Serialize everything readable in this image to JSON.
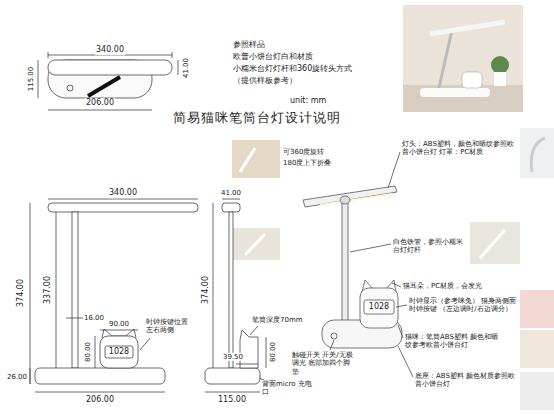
{
  "diagram": {
    "title": "简易猫咪笔筒台灯设计说明",
    "labels": [
      "340.00",
      "115.00",
      "41.00",
      "206.00",
      "参照样品",
      "欧普小饼台灯白和材质",
      "小糯米台灯灯杆和360旋转头方式",
      "（提供样板参考）",
      "unit: mm",
      "可360度旋转",
      "180度上下折叠",
      "340.00",
      "41.00",
      "374.00",
      "337.00",
      "16.00",
      "90.00",
      "1028",
      "80.00",
      "26.00",
      "206.00",
      "时钟按键位置 左右两侧",
      "笔筒深度70mm",
      "374.00",
      "39.50",
      "80.00",
      "115.00",
      "背面micro 充电口",
      "1028",
      "灯头：ABS塑料，颜色和晒纹参照欧普小饼台灯 灯罩：PC材质",
      "白色铁管，参照小糯米台灯灯杆",
      "猫耳朵，PC材质，会发光",
      "时钟显示（参考咪兔） 猫身两侧面时钟按键 （左边调时/右边调分）",
      "猫咪：笔筒ABS塑料 颜色和晒纹参考欧普小饼台灯",
      "触碰开关 开关/无极调光 底部加四个脚垫",
      "底座：ABS塑料 颜色材质参照欧普小饼台灯"
    ]
  }
}
